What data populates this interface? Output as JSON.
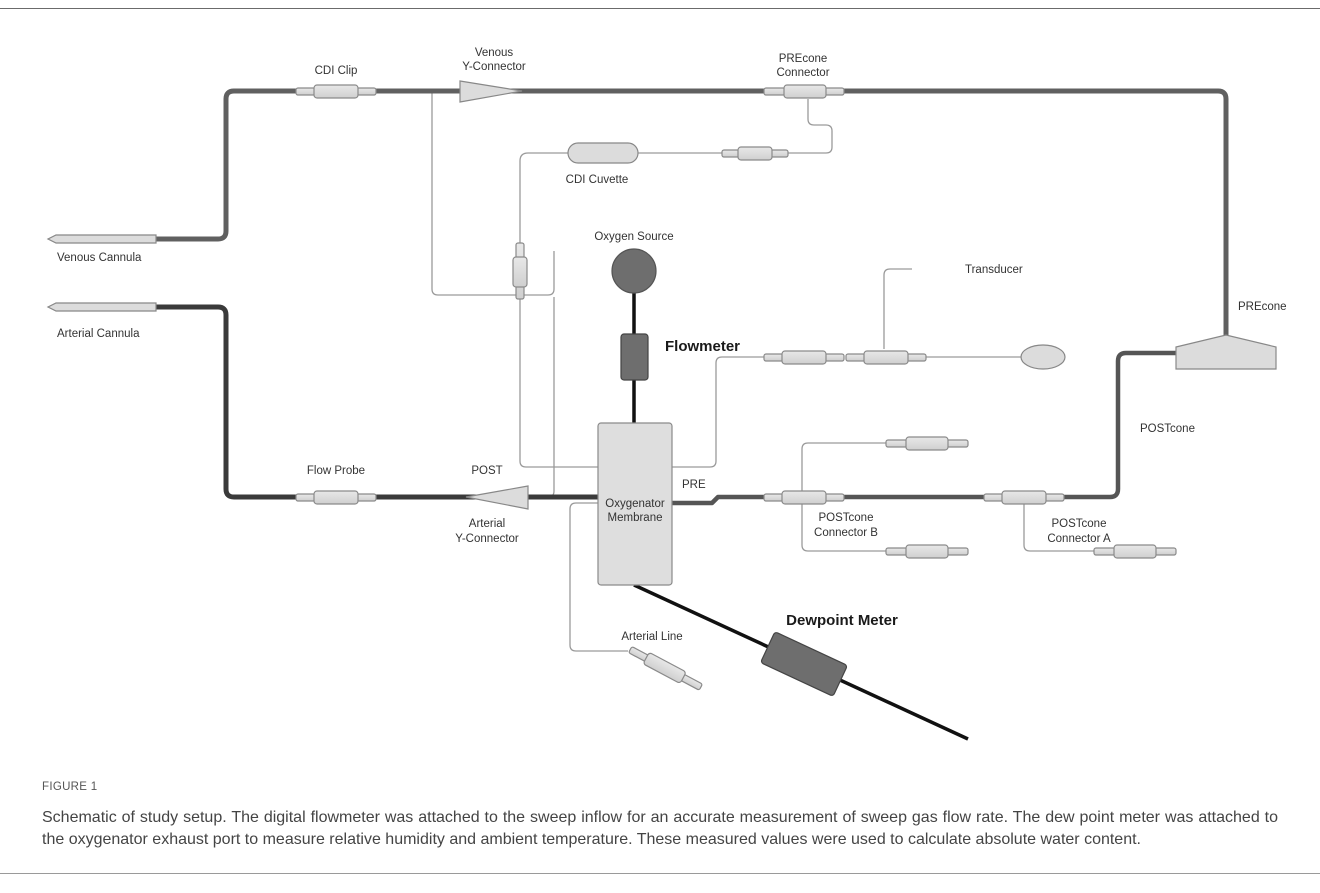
{
  "figure": {
    "label": "FIGURE 1",
    "caption": "Schematic of study setup. The digital flowmeter was attached to the sweep inflow for an accurate measurement of sweep gas flow rate. The dew point meter was attached to the oxygenator exhaust port to measure relative humidity and ambient temperature. These measured values were used to calculate absolute water content."
  },
  "diagram": {
    "labels": {
      "cdi_clip": "CDI Clip",
      "venous_y_1": "Venous",
      "venous_y_2": "Y-Connector",
      "precone_conn_1": "PREcone",
      "precone_conn_2": "Connector",
      "cdi_cuvette": "CDI Cuvette",
      "venous_cannula": "Venous Cannula",
      "arterial_cannula": "Arterial Cannula",
      "oxygen_source": "Oxygen Source",
      "flowmeter": "Flowmeter",
      "transducer": "Transducer",
      "precone": "PREcone",
      "postcone": "POSTcone",
      "flow_probe": "Flow Probe",
      "post": "POST",
      "pre": "PRE",
      "oxygenator_1": "Oxygenator",
      "oxygenator_2": "Membrane",
      "arterial_y_1": "Arterial",
      "arterial_y_2": "Y-Connector",
      "postcone_b_1": "POSTcone",
      "postcone_b_2": "Connector B",
      "postcone_a_1": "POSTcone",
      "postcone_a_2": "Connector A",
      "arterial_line": "Arterial Line",
      "dewpoint_meter": "Dewpoint Meter"
    }
  }
}
